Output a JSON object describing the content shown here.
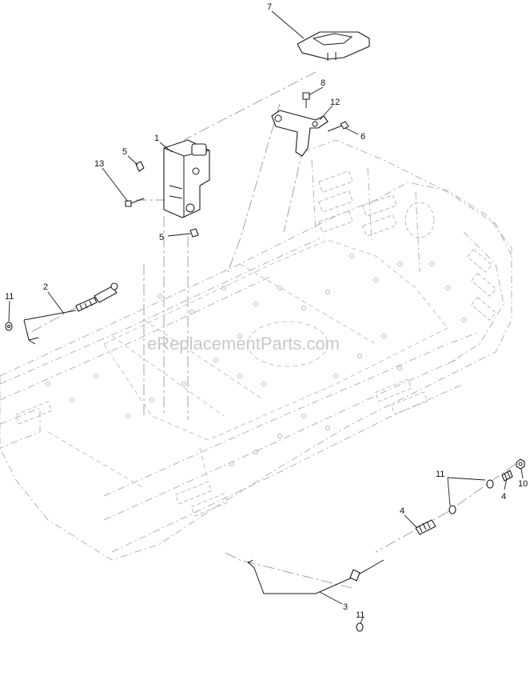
{
  "diagram": {
    "watermark": "eReplacementParts.com",
    "callouts": {
      "c1": "1",
      "c2": "2",
      "c3": "3",
      "c4a": "4",
      "c4b": "4",
      "c5a": "5",
      "c5b": "5",
      "c6": "6",
      "c7": "7",
      "c8": "8",
      "c10": "10",
      "c11a": "11",
      "c11b": "11",
      "c11c": "11",
      "c12": "12",
      "c13": "13"
    }
  }
}
